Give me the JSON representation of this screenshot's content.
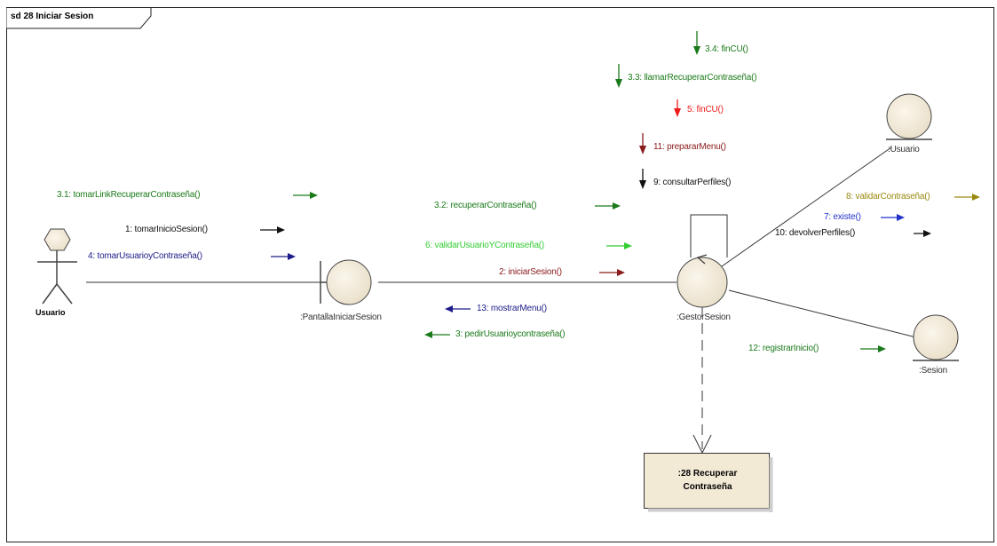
{
  "frame": {
    "title": "sd 28 Iniciar Sesion"
  },
  "lifelines": {
    "actor": "Usuario",
    "boundary": ":PantallaIniciarSesion",
    "control": ":GestorSesion",
    "entity_usuario": ":Usuario",
    "entity_sesion": ":Sesion",
    "use_case": ":28 Recuperar Contraseña"
  },
  "messages": [
    {
      "text": "3.1: tomarLinkRecuperarContraseña()",
      "color": "#1a7a1a",
      "direction": "right"
    },
    {
      "text": "1: tomarInicioSesion()",
      "color": "#111111",
      "direction": "right"
    },
    {
      "text": "4: tomarUsuarioyContraseña()",
      "color": "#1c1c8a",
      "direction": "right"
    },
    {
      "text": "3.2: recuperarContraseña()",
      "color": "#1a7a1a",
      "direction": "right"
    },
    {
      "text": "6: validarUsuarioYContraseña()",
      "color": "#33cc33",
      "direction": "right"
    },
    {
      "text": "2: iniciarSesion()",
      "color": "#8b1a1a",
      "direction": "right"
    },
    {
      "text": "13: mostrarMenu()",
      "color": "#1c1c8a",
      "direction": "left"
    },
    {
      "text": "3: pedirUsuarioycontraseña()",
      "color": "#1a7a1a",
      "direction": "left"
    },
    {
      "text": "3.4: finCU()",
      "color": "#1a7a1a",
      "direction": "down"
    },
    {
      "text": "3.3: llamarRecuperarContraseña()",
      "color": "#1a7a1a",
      "direction": "down"
    },
    {
      "text": "5: finCU()",
      "color": "#ee1c1c",
      "direction": "down"
    },
    {
      "text": "11: prepararMenu()",
      "color": "#8b1a1a",
      "direction": "down"
    },
    {
      "text": "9: consultarPerfiles()",
      "color": "#111111",
      "direction": "down"
    },
    {
      "text": "8: validarContraseña()",
      "color": "#9a8a10",
      "direction": "right"
    },
    {
      "text": "7: existe()",
      "color": "#2233cc",
      "direction": "right"
    },
    {
      "text": "10: devolverPerfiles()",
      "color": "#111111",
      "direction": "right"
    },
    {
      "text": "12: registrarInicio()",
      "color": "#1a7a1a",
      "direction": "right"
    }
  ]
}
